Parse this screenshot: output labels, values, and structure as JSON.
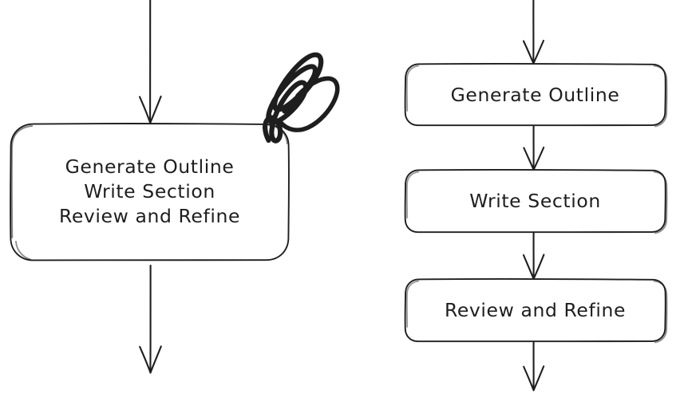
{
  "diagram": {
    "type": "flowchart",
    "style": "hand-drawn-sketch",
    "background_color": "#ffffff",
    "stroke_color": "#1e1e1e",
    "panels": [
      {
        "id": "left-panel",
        "description": "single merged node containing three stacked step labels, marked with a freehand scribble annotation",
        "node": {
          "id": "left-merged-node",
          "shape": "rounded-rectangle",
          "lines": [
            "Generate Outline",
            "Write Section",
            "Review and Refine"
          ]
        },
        "annotation": {
          "id": "scribble",
          "kind": "freehand-scribble"
        },
        "arrows": [
          {
            "id": "left-arrow-in",
            "direction": "down"
          },
          {
            "id": "left-arrow-out",
            "direction": "down"
          }
        ]
      },
      {
        "id": "right-panel",
        "description": "three separate sequential nodes connected top to bottom by arrows",
        "nodes": [
          {
            "id": "right-node-1",
            "shape": "rounded-rectangle",
            "label": "Generate Outline"
          },
          {
            "id": "right-node-2",
            "shape": "rounded-rectangle",
            "label": "Write Section"
          },
          {
            "id": "right-node-3",
            "shape": "rounded-rectangle",
            "label": "Review and Refine"
          }
        ],
        "arrows": [
          {
            "id": "right-arrow-in",
            "direction": "down"
          },
          {
            "id": "right-arrow-1-2",
            "direction": "down"
          },
          {
            "id": "right-arrow-2-3",
            "direction": "down"
          },
          {
            "id": "right-arrow-out",
            "direction": "down"
          }
        ]
      }
    ]
  }
}
